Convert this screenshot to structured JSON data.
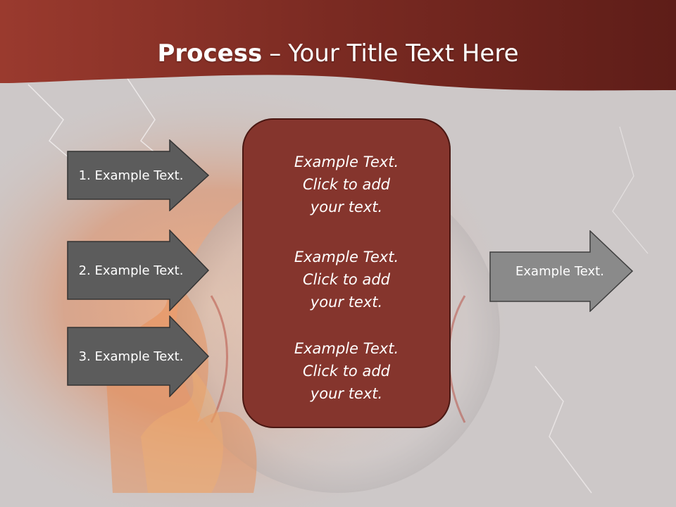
{
  "slide": {
    "title_bold": "Process",
    "title_dash": "–",
    "title_rest": "Your Title Text Here",
    "colors": {
      "header": "#7a2a22",
      "box": "#85352d",
      "arrow_dark": "#5c5c5c",
      "arrow_light": "#8a8a8a"
    },
    "left_arrows": [
      {
        "label": "1. Example Text."
      },
      {
        "label": "2. Example Text."
      },
      {
        "label": "3. Example Text."
      }
    ],
    "center_paragraphs": [
      {
        "lines": [
          "Example Text.",
          "Click  to add",
          "your text."
        ]
      },
      {
        "lines": [
          "Example Text.",
          "Click  to add",
          "your text."
        ]
      },
      {
        "lines": [
          "Example Text.",
          "Click  to add",
          "your text."
        ]
      }
    ],
    "right_arrow": {
      "label": "Example Text."
    },
    "background_image": "baseball-fire-water-icon"
  }
}
